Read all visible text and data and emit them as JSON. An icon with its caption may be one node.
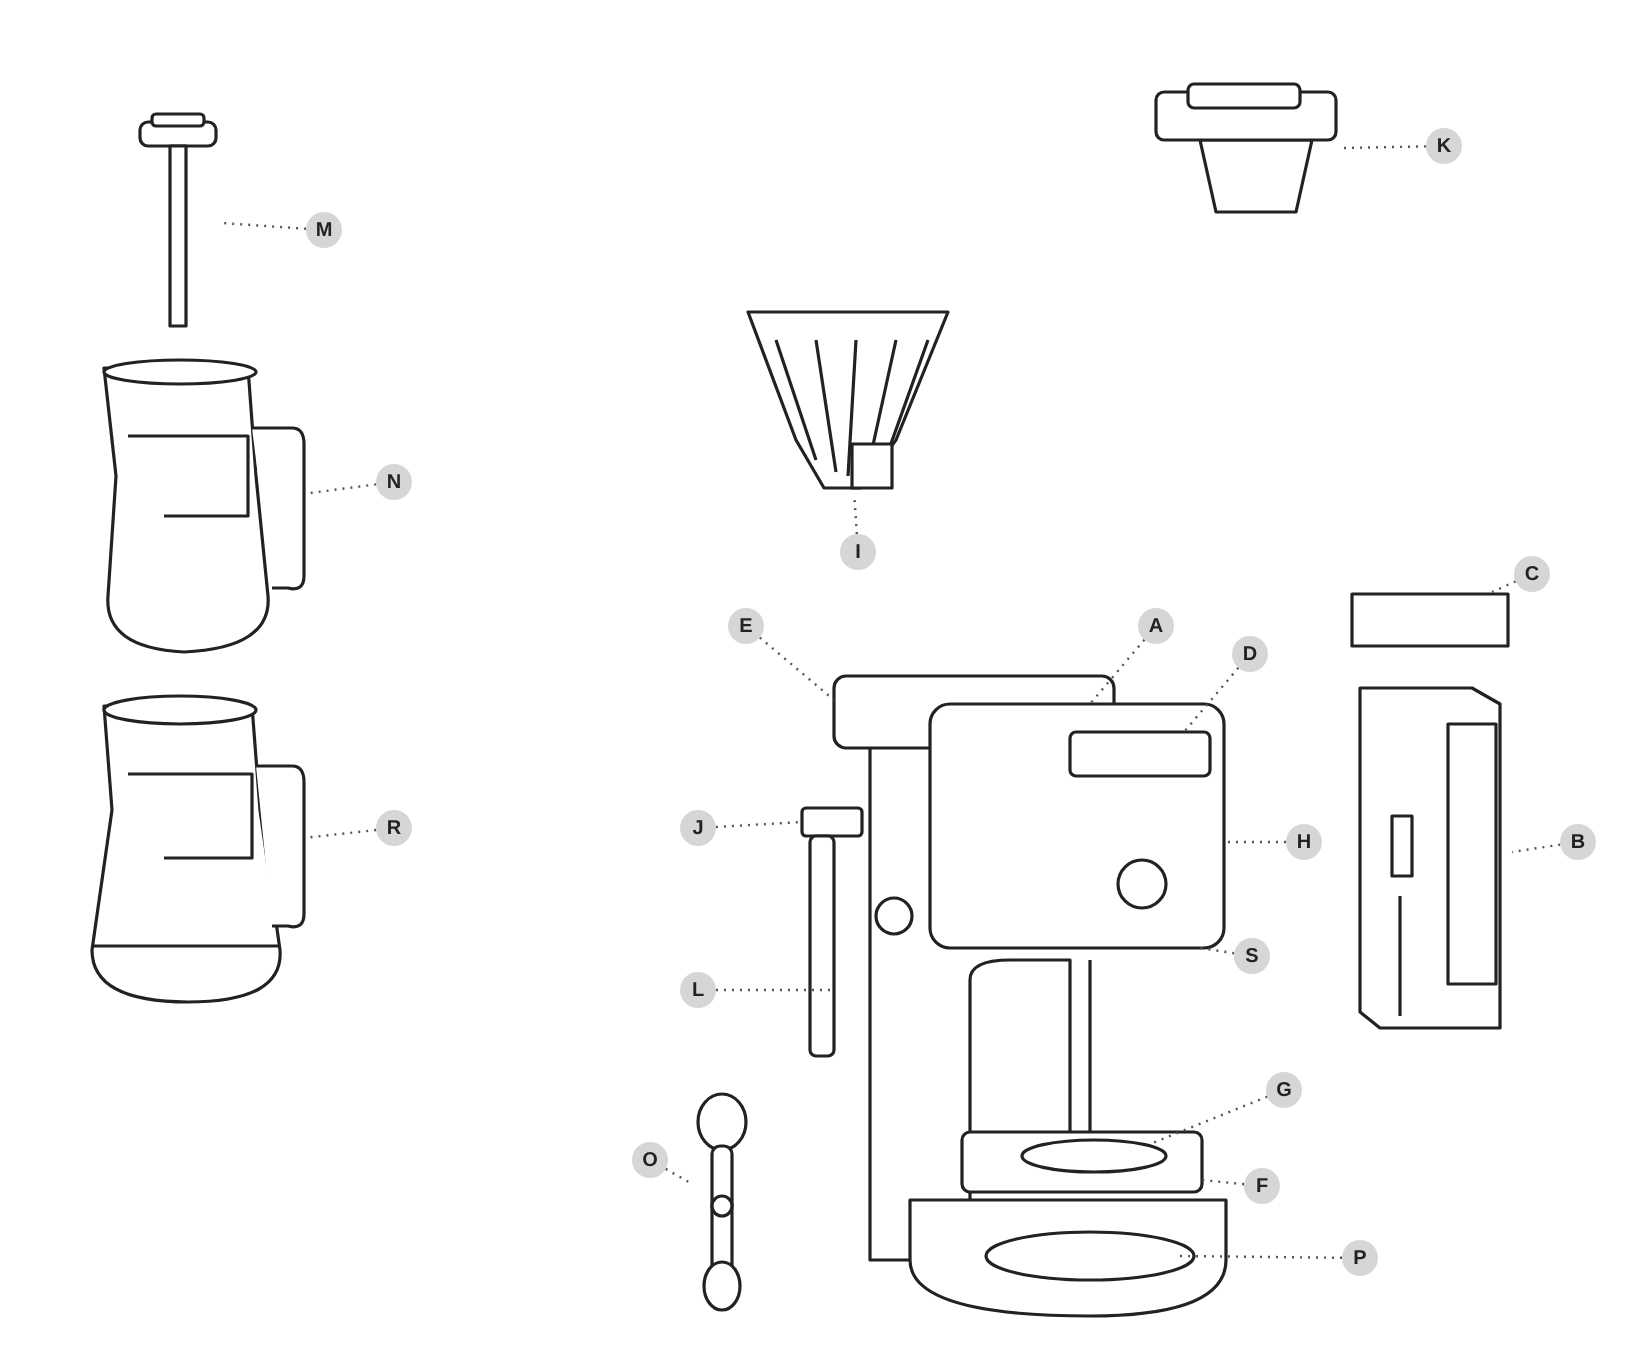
{
  "diagram": {
    "nodes": [
      {
        "text": [
          "K"
        ]
      },
      {
        "text": [
          "M"
        ]
      },
      {
        "text": [
          "N"
        ]
      },
      {
        "text": [
          "I"
        ]
      },
      {
        "text": [
          "C"
        ]
      },
      {
        "text": [
          "E"
        ]
      },
      {
        "text": [
          "A"
        ]
      },
      {
        "text": [
          "D"
        ]
      },
      {
        "text": [
          "R"
        ]
      },
      {
        "text": [
          "J"
        ]
      },
      {
        "text": [
          "H"
        ]
      },
      {
        "text": [
          "B"
        ]
      },
      {
        "text": [
          "S"
        ]
      },
      {
        "text": [
          "L"
        ]
      },
      {
        "text": [
          "G"
        ]
      },
      {
        "text": [
          "O"
        ]
      },
      {
        "text": [
          "F"
        ]
      },
      {
        "text": [
          "P"
        ]
      },
      {
        "text": [],
        "shape": "picture"
      },
      {
        "text": [],
        "shape": "picture"
      },
      {
        "text": [],
        "shape": "picture"
      },
      {
        "text": [],
        "shape": "picture"
      },
      {
        "text": [],
        "shape": "picture"
      },
      {
        "text": [],
        "shape": "box"
      },
      {
        "text": [],
        "shape": "picture"
      },
      {
        "text": [],
        "shape": "picture"
      },
      {
        "text": [],
        "shape": "picture"
      }
    ],
    "edges": [
      {
        "from": 0,
        "to": 21,
        "arrow": "none"
      },
      {
        "from": 1,
        "to": 18,
        "arrow": "none"
      },
      {
        "from": 2,
        "to": 19,
        "arrow": "none"
      },
      {
        "from": 3,
        "to": 22,
        "arrow": "none"
      },
      {
        "from": 4,
        "to": 23,
        "arrow": "none"
      },
      {
        "from": 5,
        "to": 26,
        "arrow": "none"
      },
      {
        "from": 6,
        "to": 26,
        "arrow": "none"
      },
      {
        "from": 7,
        "to": 26,
        "arrow": "none"
      },
      {
        "from": 8,
        "to": 20,
        "arrow": "none"
      },
      {
        "from": 9,
        "to": 26,
        "arrow": "none"
      },
      {
        "from": 10,
        "to": 26,
        "arrow": "none"
      },
      {
        "from": 11,
        "to": 24,
        "arrow": "none"
      },
      {
        "from": 12,
        "to": 26,
        "arrow": "none"
      },
      {
        "from": 13,
        "to": 26,
        "arrow": "none"
      },
      {
        "from": 14,
        "to": 26,
        "arrow": "none"
      },
      {
        "from": 15,
        "to": 25,
        "arrow": "none"
      },
      {
        "from": 16,
        "to": 26,
        "arrow": "none"
      },
      {
        "from": 17,
        "to": 26,
        "arrow": "none"
      }
    ]
  }
}
